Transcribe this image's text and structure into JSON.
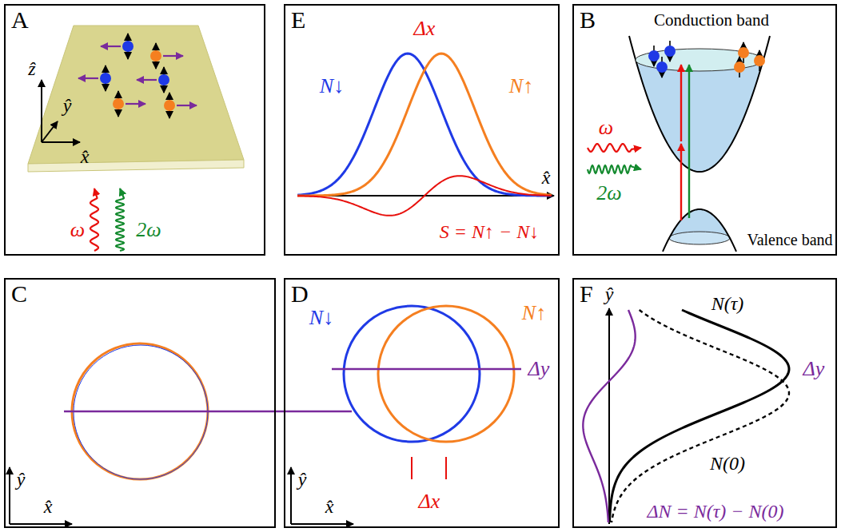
{
  "diagram": {
    "nodes": [
      {
        "text": [
          "A"
        ]
      },
      {
        "text": [
          "E"
        ]
      },
      {
        "text": [
          "B"
        ]
      },
      {
        "text": [
          "C"
        ]
      },
      {
        "text": [
          "D"
        ]
      },
      {
        "text": [
          "F"
        ]
      }
    ],
    "labels": [
      "ẑ",
      "ŷ",
      "x̂",
      "ω",
      "2ω",
      "Δx",
      "N↓",
      "N↑",
      "x̂",
      "S = N↑ − N↓",
      "Conduction band",
      "ω",
      "2ω",
      "Valence band",
      "ŷ",
      "x̂",
      "N↓",
      "N↑",
      "Δy",
      "Δx",
      "ŷ",
      "x̂",
      "ŷ",
      "N(τ)",
      "Δy",
      "N(0)",
      "ΔN = N(τ) − N(0)"
    ]
  }
}
